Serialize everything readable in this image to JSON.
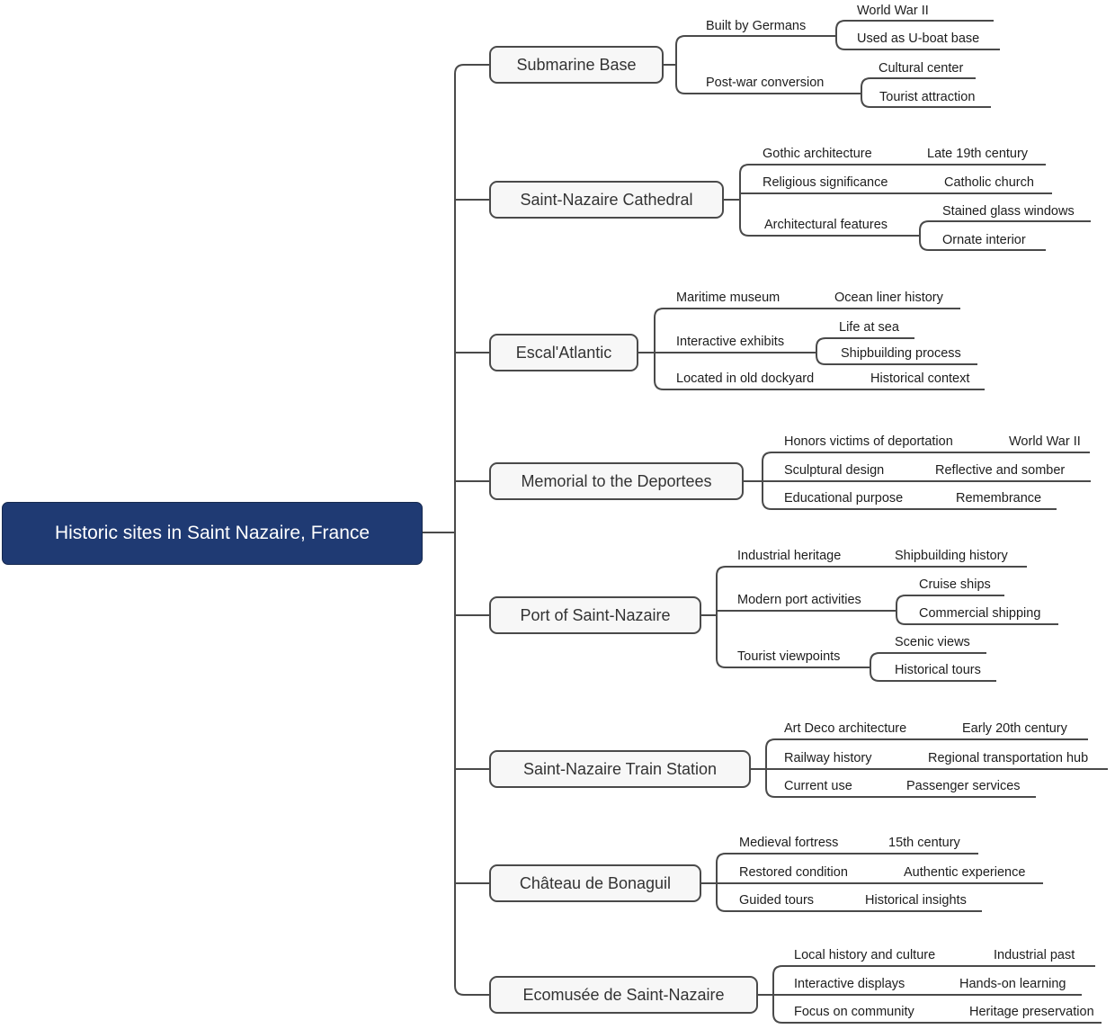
{
  "diagram_type": "mindmap",
  "colors": {
    "root_background": "#1f3a73",
    "root_text": "#ffffff",
    "node_background": "#f7f7f7",
    "line_and_border": "#4a4a4a",
    "node_text": "#333333",
    "leaf_text": "#1d1d1d"
  },
  "root": {
    "label": "Historic sites in Saint Nazaire, France"
  },
  "branches": [
    {
      "label": "Submarine Base",
      "children": [
        {
          "label": "Built by Germans",
          "children": [
            {
              "label": "World War II"
            },
            {
              "label": "Used as U-boat base"
            }
          ]
        },
        {
          "label": "Post-war conversion",
          "children": [
            {
              "label": "Cultural center"
            },
            {
              "label": "Tourist attraction"
            }
          ]
        }
      ]
    },
    {
      "label": "Saint-Nazaire Cathedral",
      "children": [
        {
          "label": "Gothic architecture",
          "children": [
            {
              "label": "Late 19th century"
            }
          ]
        },
        {
          "label": "Religious significance",
          "children": [
            {
              "label": "Catholic church"
            }
          ]
        },
        {
          "label": "Architectural features",
          "children": [
            {
              "label": "Stained glass windows"
            },
            {
              "label": "Ornate interior"
            }
          ]
        }
      ]
    },
    {
      "label": "Escal'Atlantic",
      "children": [
        {
          "label": "Maritime museum",
          "children": [
            {
              "label": "Ocean liner history"
            }
          ]
        },
        {
          "label": "Interactive exhibits",
          "children": [
            {
              "label": "Life at sea"
            },
            {
              "label": "Shipbuilding process"
            }
          ]
        },
        {
          "label": "Located in old dockyard",
          "children": [
            {
              "label": "Historical context"
            }
          ]
        }
      ]
    },
    {
      "label": "Memorial to the Deportees",
      "children": [
        {
          "label": "Honors victims of deportation",
          "children": [
            {
              "label": "World War II"
            }
          ]
        },
        {
          "label": "Sculptural design",
          "children": [
            {
              "label": "Reflective and somber"
            }
          ]
        },
        {
          "label": "Educational purpose",
          "children": [
            {
              "label": "Remembrance"
            }
          ]
        }
      ]
    },
    {
      "label": "Port of Saint-Nazaire",
      "children": [
        {
          "label": "Industrial heritage",
          "children": [
            {
              "label": "Shipbuilding history"
            }
          ]
        },
        {
          "label": "Modern port activities",
          "children": [
            {
              "label": "Cruise ships"
            },
            {
              "label": "Commercial shipping"
            }
          ]
        },
        {
          "label": "Tourist viewpoints",
          "children": [
            {
              "label": "Scenic views"
            },
            {
              "label": "Historical tours"
            }
          ]
        }
      ]
    },
    {
      "label": "Saint-Nazaire Train Station",
      "children": [
        {
          "label": "Art Deco architecture",
          "children": [
            {
              "label": "Early 20th century"
            }
          ]
        },
        {
          "label": "Railway history",
          "children": [
            {
              "label": "Regional transportation hub"
            }
          ]
        },
        {
          "label": "Current use",
          "children": [
            {
              "label": "Passenger services"
            }
          ]
        }
      ]
    },
    {
      "label": "Château de Bonaguil",
      "children": [
        {
          "label": "Medieval fortress",
          "children": [
            {
              "label": "15th century"
            }
          ]
        },
        {
          "label": "Restored condition",
          "children": [
            {
              "label": "Authentic experience"
            }
          ]
        },
        {
          "label": "Guided tours",
          "children": [
            {
              "label": "Historical insights"
            }
          ]
        }
      ]
    },
    {
      "label": "Ecomusée de Saint-Nazaire",
      "children": [
        {
          "label": "Local history and culture",
          "children": [
            {
              "label": "Industrial past"
            }
          ]
        },
        {
          "label": "Interactive displays",
          "children": [
            {
              "label": "Hands-on learning"
            }
          ]
        },
        {
          "label": "Focus on community",
          "children": [
            {
              "label": "Heritage preservation"
            }
          ]
        }
      ]
    }
  ]
}
